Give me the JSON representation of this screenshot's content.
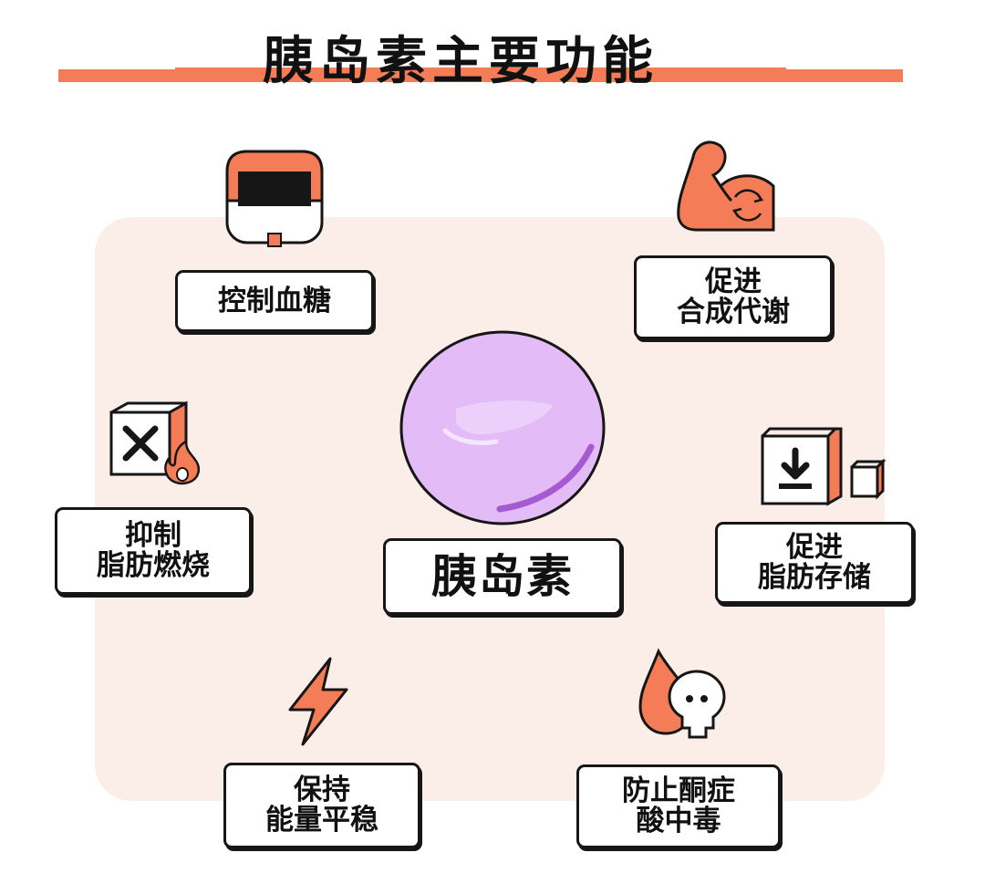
{
  "title": "胰岛素主要功能",
  "center": {
    "label": "胰岛素",
    "icon": "pancreas-bubble-icon"
  },
  "functions": [
    {
      "id": "blood-sugar",
      "lines": [
        "控制血糖"
      ],
      "icon": "glucose-meter-icon"
    },
    {
      "id": "synthesis",
      "lines": [
        "促进",
        "合成代谢"
      ],
      "icon": "flexed-arm-icon"
    },
    {
      "id": "fat-burn",
      "lines": [
        "抑制",
        "脂肪燃烧"
      ],
      "icon": "blocked-fire-icon"
    },
    {
      "id": "fat-storage",
      "lines": [
        "促进",
        "脂肪存储"
      ],
      "icon": "storage-download-icon"
    },
    {
      "id": "energy",
      "lines": [
        "保持",
        "能量平稳"
      ],
      "icon": "lightning-icon"
    },
    {
      "id": "ketoacidosis",
      "lines": [
        "防止酮症",
        "酸中毒"
      ],
      "icon": "drop-skull-icon"
    }
  ],
  "colors": {
    "accent": "#f47c56",
    "panel": "#fbeee9",
    "bubble": "#e3bcf7",
    "outline": "#161616"
  }
}
